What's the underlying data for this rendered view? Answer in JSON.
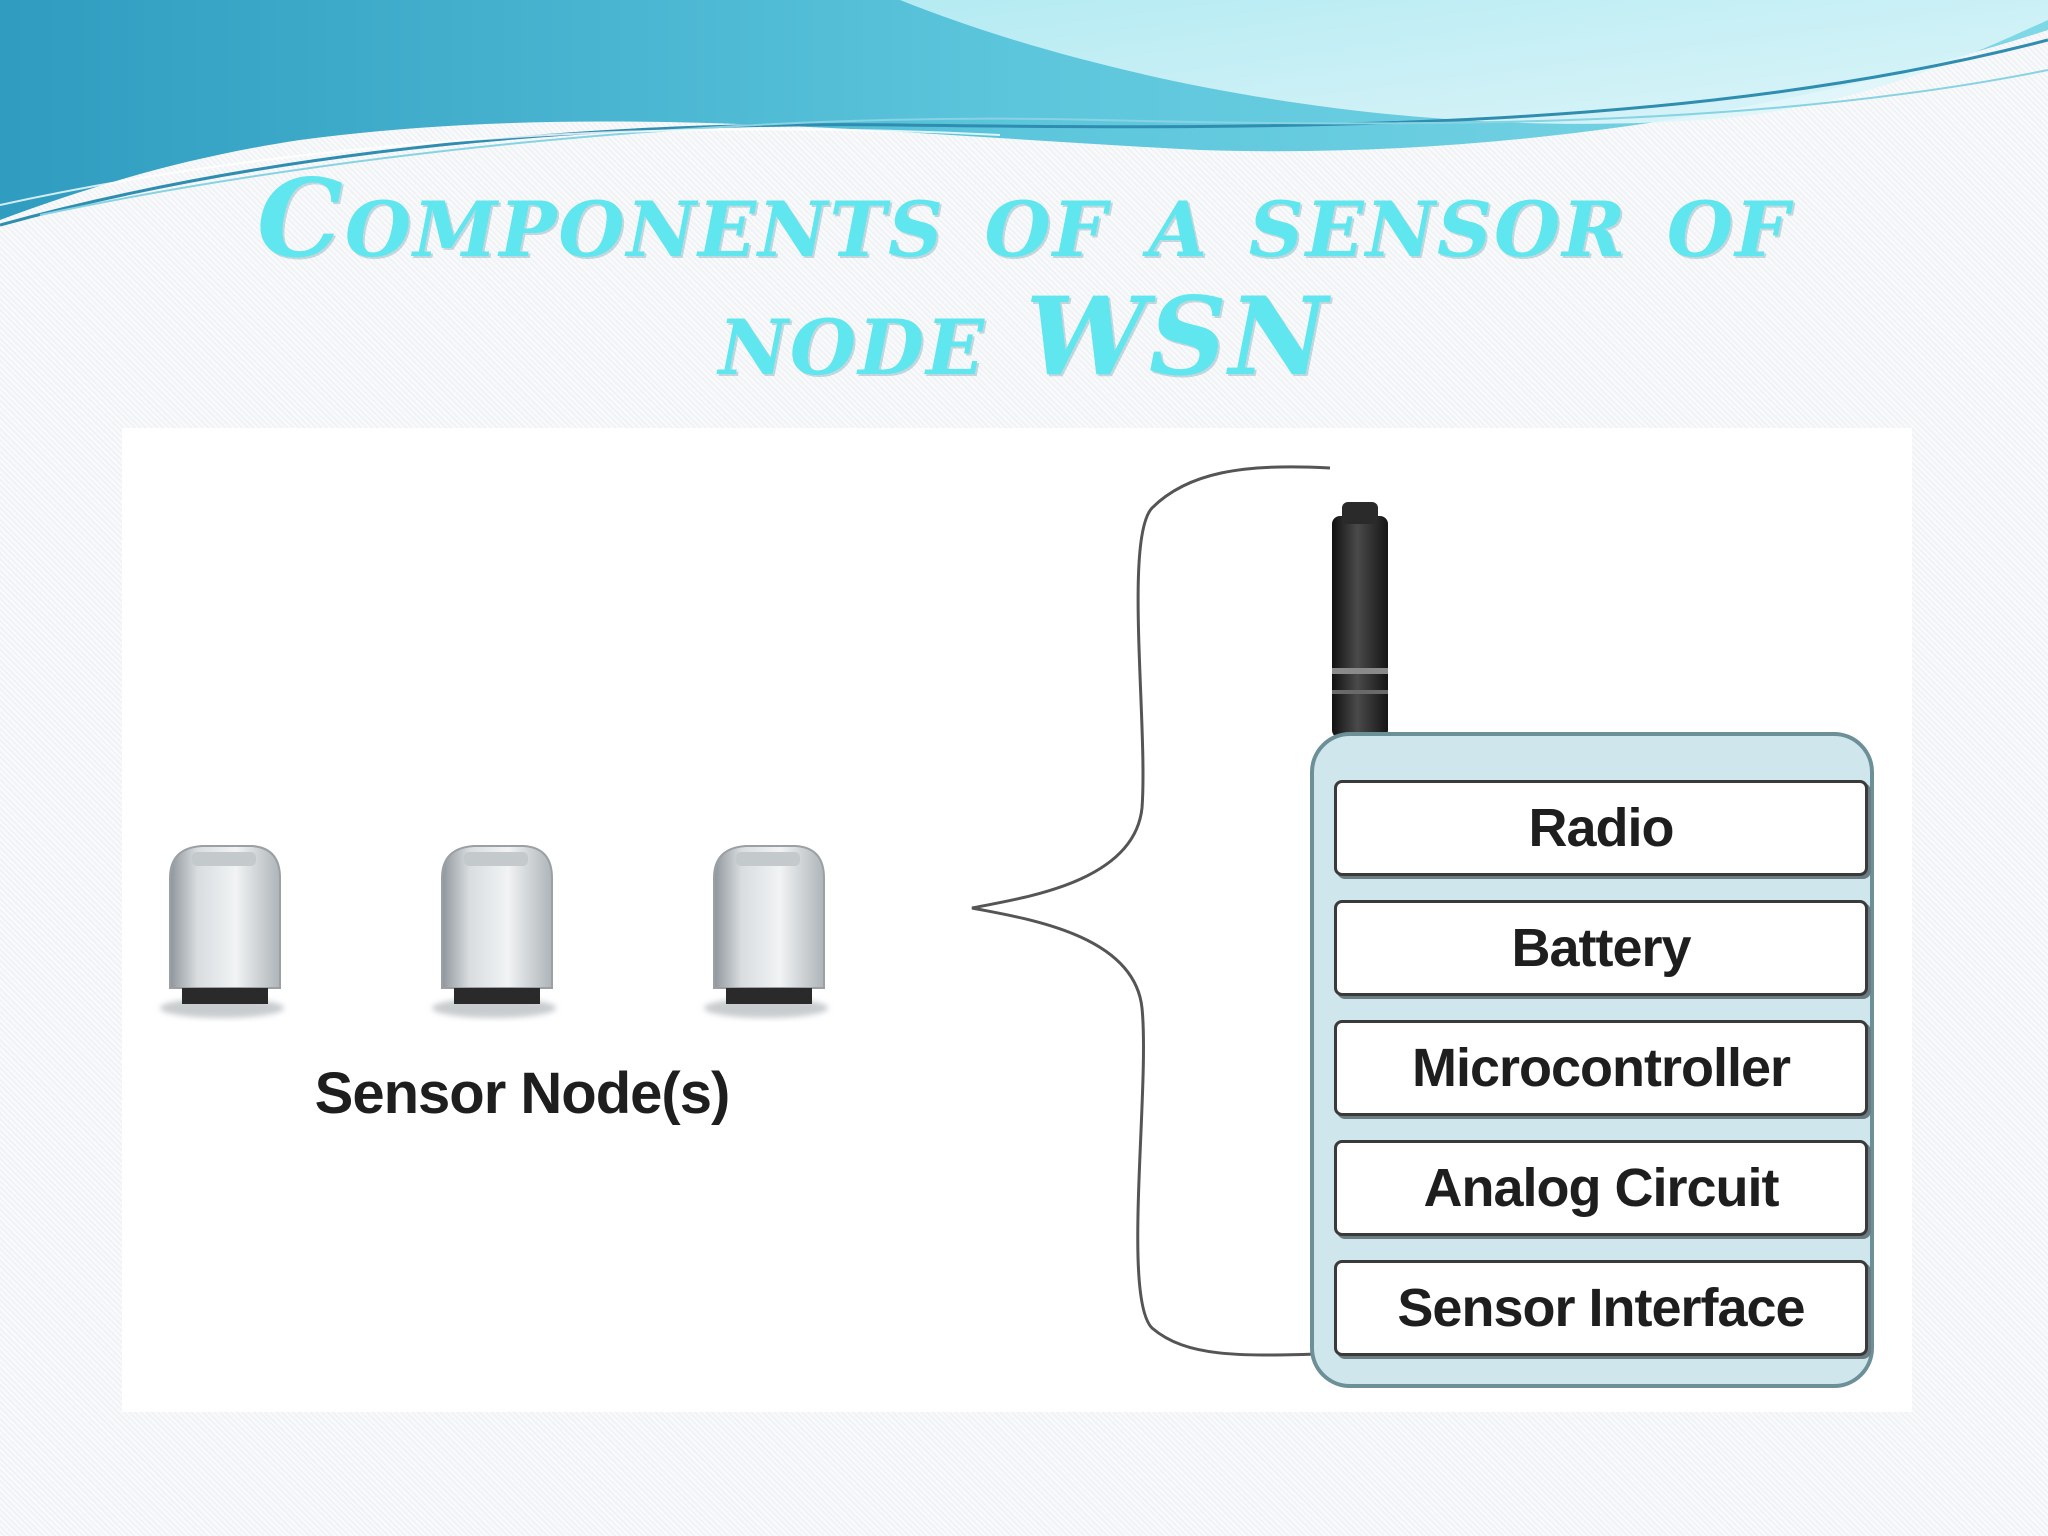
{
  "slide": {
    "title_line1": "Components of a sensor of",
    "title_line2": "node WSN"
  },
  "diagram": {
    "node_caption": "Sensor Node(s)",
    "sensor_node_count": 3,
    "layers": [
      "Radio",
      "Battery",
      "Microcontroller",
      "Analog Circuit",
      "Sensor Interface"
    ]
  },
  "colors": {
    "title": "#5fe6ee",
    "wave_dark": "#3fa7c6",
    "wave_light": "#a9e7ef",
    "stack_fill": "#cfe6ec"
  },
  "icons": [
    "sensor-node-icon",
    "antenna-icon",
    "brace-icon"
  ]
}
